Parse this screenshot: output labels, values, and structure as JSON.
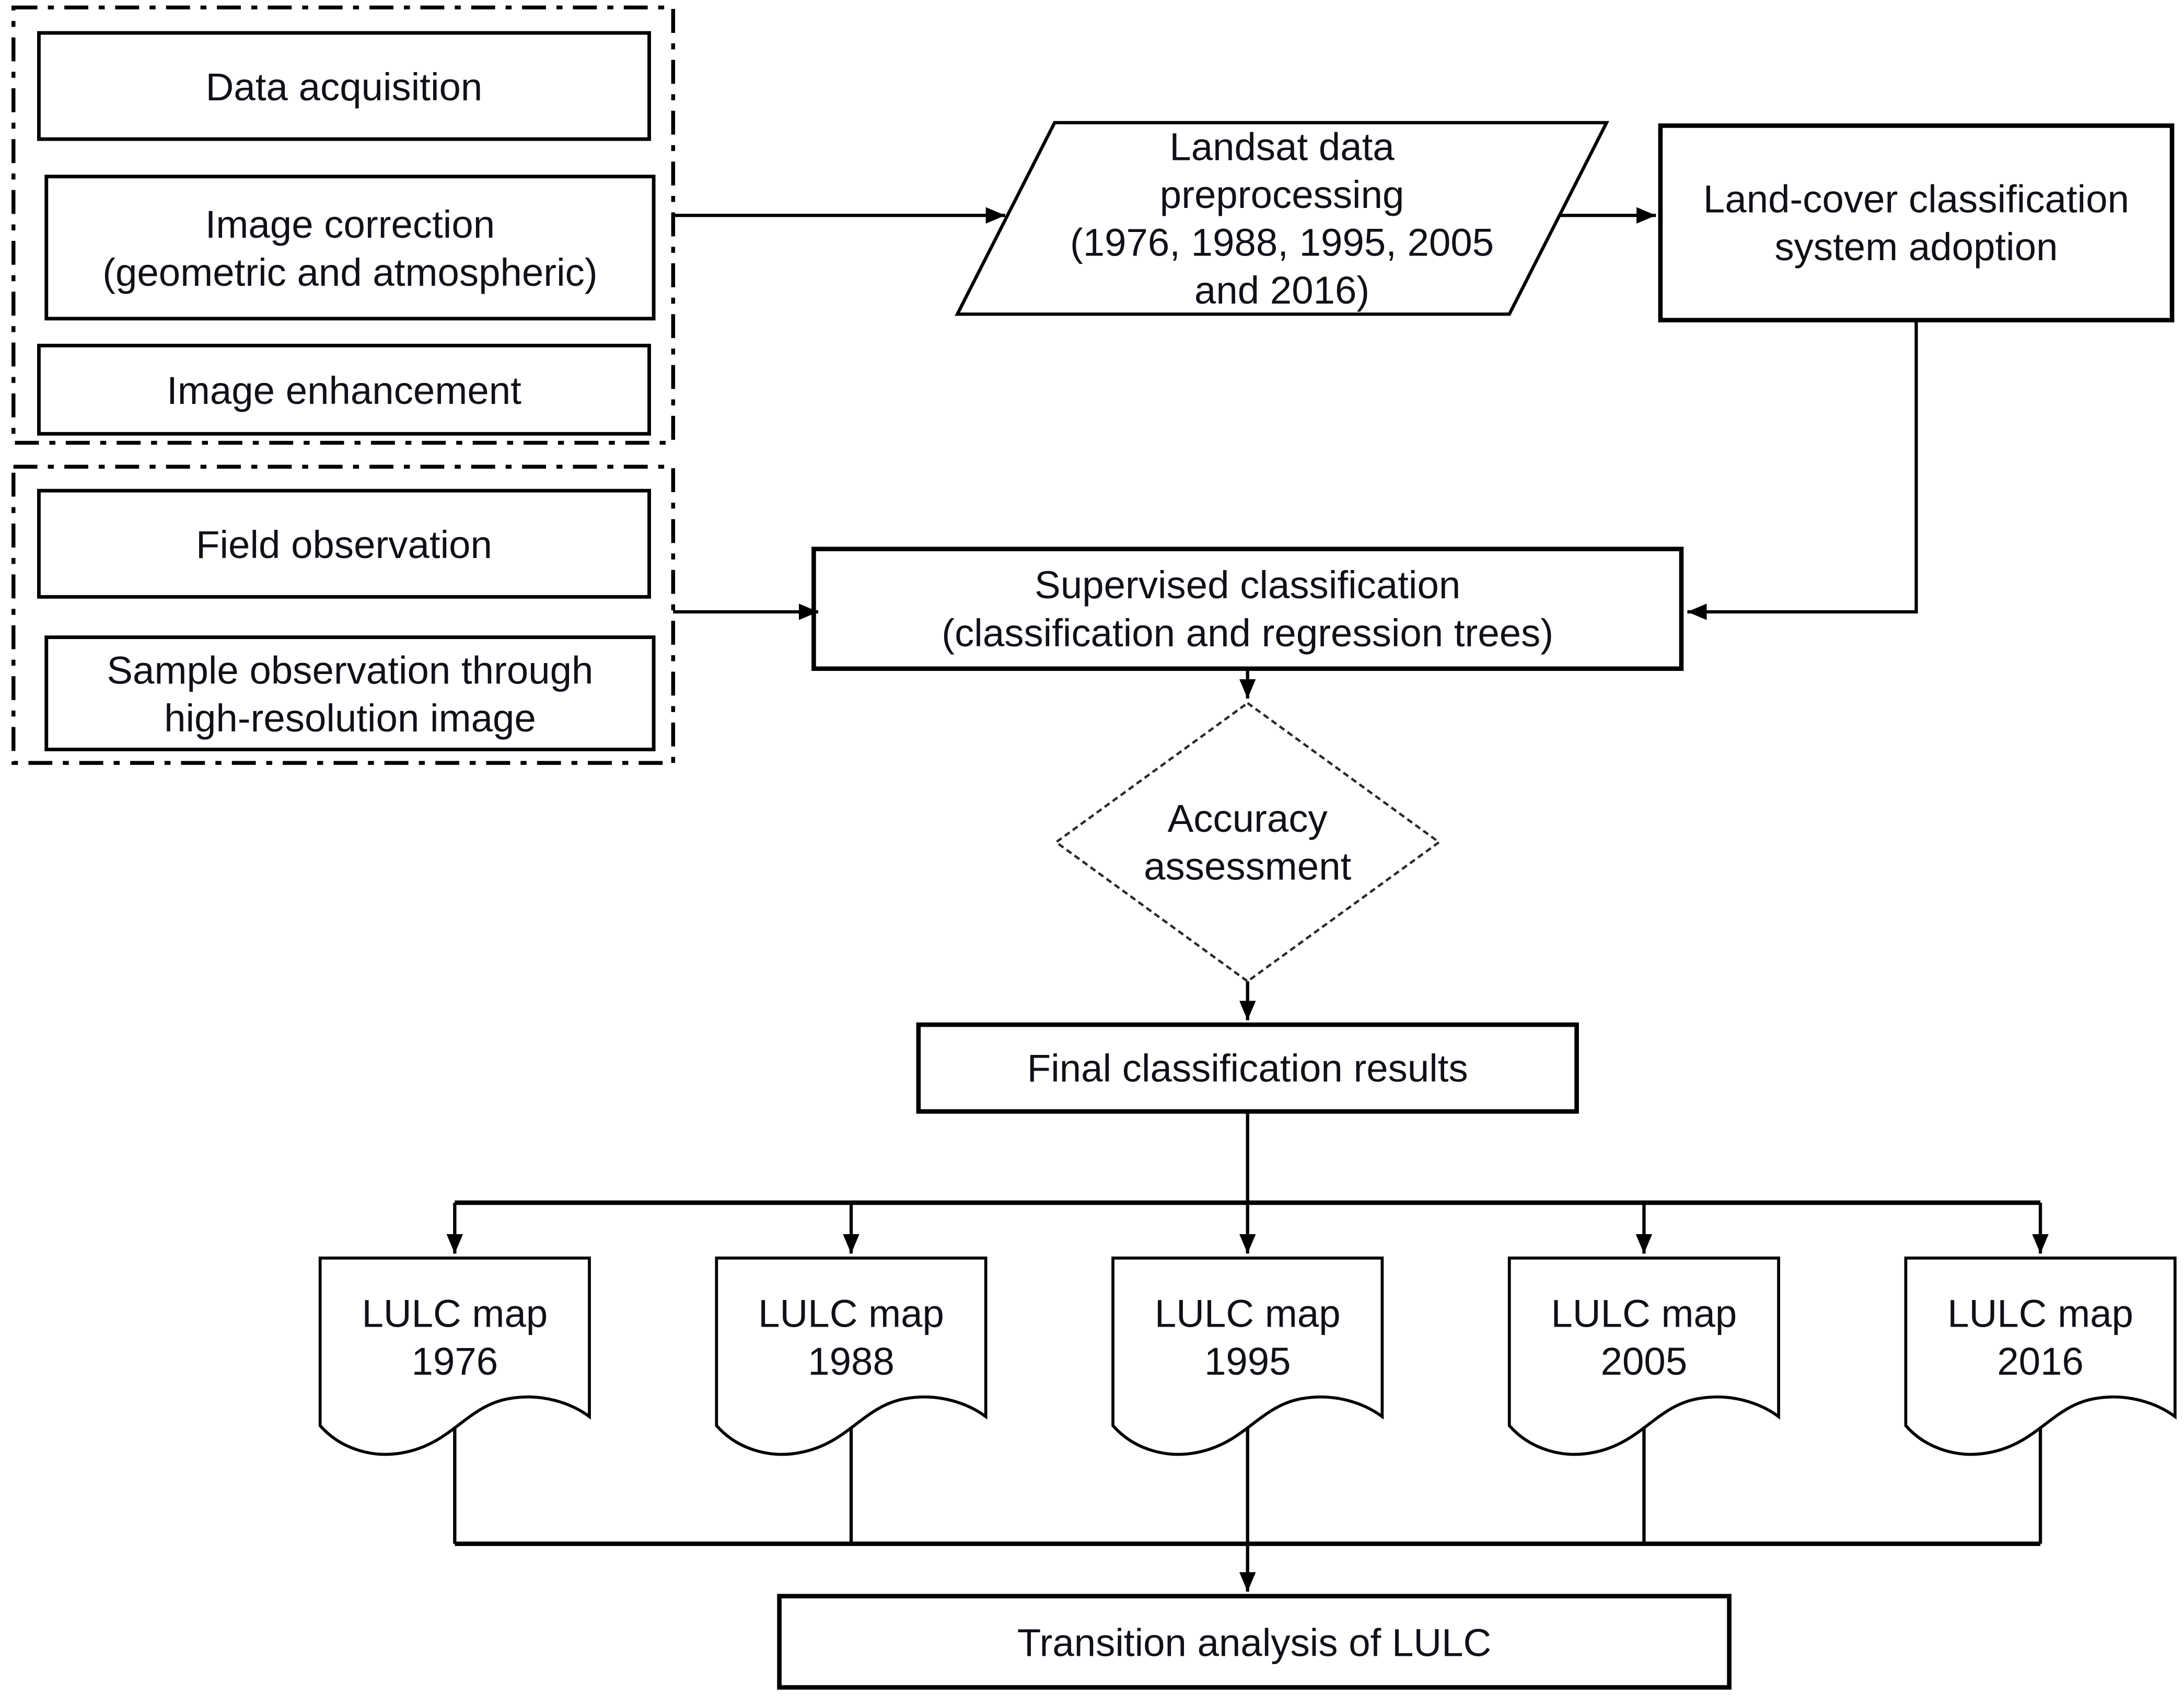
{
  "title": "LULC classification workflow flowchart",
  "colors": {
    "ink": "#000000",
    "background": "#ffffff",
    "text": "#101018"
  },
  "nodes": {
    "data_acquisition": {
      "label": "Data acquisition"
    },
    "image_correction": {
      "lines": [
        "Image correction",
        "(geometric and atmospheric)"
      ]
    },
    "image_enhancement": {
      "label": "Image enhancement"
    },
    "field_observation": {
      "label": "Field observation"
    },
    "sample_observation": {
      "lines": [
        "Sample observation through",
        "high-resolution image"
      ]
    },
    "landsat_preprocessing": {
      "lines": [
        "Landsat data",
        "preprocessing",
        "(1976, 1988, 1995, 2005",
        "and 2016)"
      ]
    },
    "landcover_adoption": {
      "lines": [
        "Land-cover classification",
        "system adoption"
      ]
    },
    "supervised_classification": {
      "lines": [
        "Supervised classification",
        "(classification and regression trees)"
      ]
    },
    "accuracy_assessment": {
      "lines": [
        "Accuracy",
        "assessment"
      ]
    },
    "final_results": {
      "label": "Final classification results"
    },
    "transition_analysis": {
      "label": "Transition analysis of LULC"
    }
  },
  "lulc_maps": [
    {
      "line1": "LULC map",
      "year": "1976"
    },
    {
      "line1": "LULC map",
      "year": "1988"
    },
    {
      "line1": "LULC map",
      "year": "1995"
    },
    {
      "line1": "LULC map",
      "year": "2005"
    },
    {
      "line1": "LULC map",
      "year": "2016"
    }
  ]
}
